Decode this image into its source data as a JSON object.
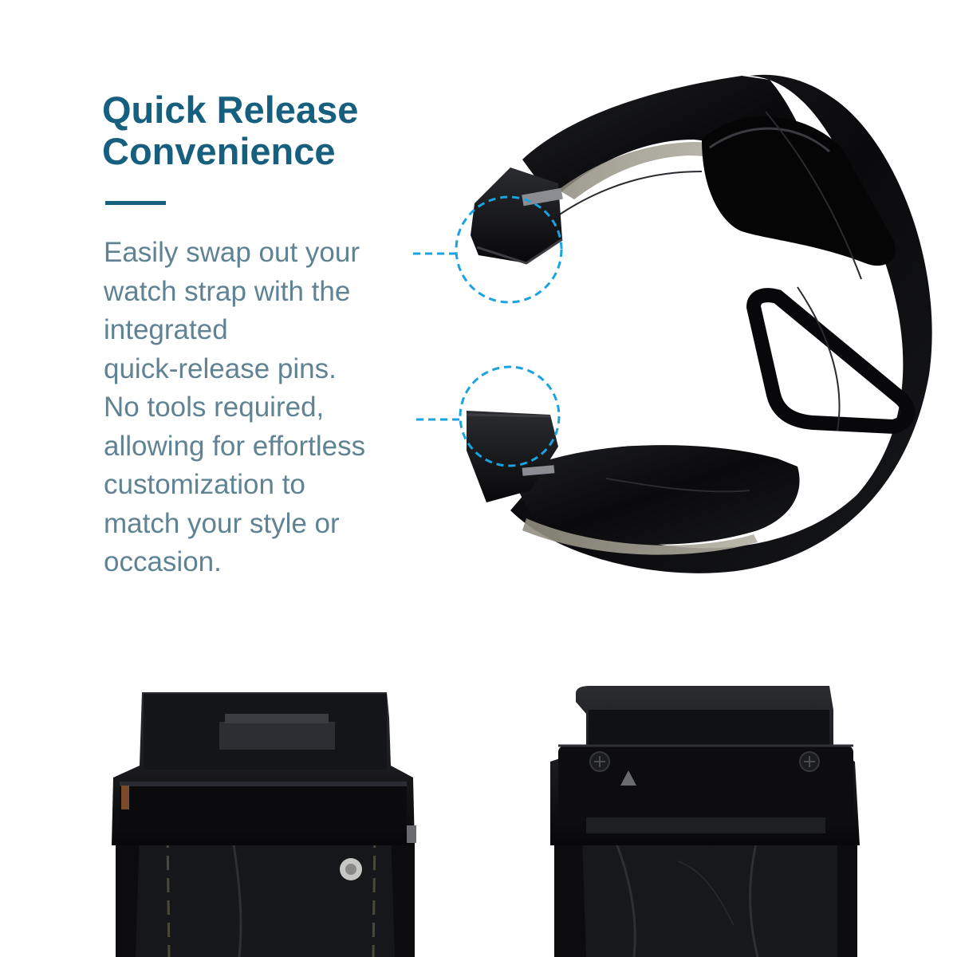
{
  "headline": {
    "line1": "Quick Release",
    "line2": "Convenience"
  },
  "body": {
    "lines": [
      "Easily swap out your",
      "watch strap with the",
      "integrated",
      "quick-release pins.",
      "No tools required,",
      "allowing for effortless",
      "customization to",
      "match your style or",
      "occasion."
    ]
  },
  "colors": {
    "headline": "#175f7e",
    "body_text": "#5f8393",
    "callout": "#1aa3e0",
    "strap": "#0c0c0e",
    "lining": "#a7a497"
  },
  "icons": [
    "callout-circle-top",
    "callout-circle-bottom",
    "triangle-marker",
    "screw"
  ]
}
